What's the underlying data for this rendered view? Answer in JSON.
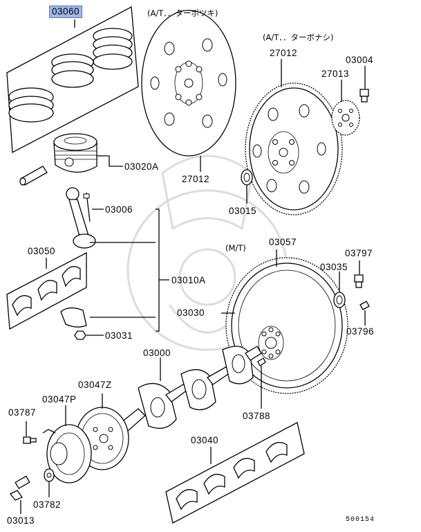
{
  "diagram": {
    "highlighted_part": "03060",
    "captions": {
      "at_turbo": "(A/T．．ターボツキ)",
      "at_no_turbo": "(A/T．．ターボナシ)",
      "mt": "(M/T)"
    },
    "parts": {
      "p03060": "03060",
      "p03020a": "03020A",
      "p03006": "03006",
      "p03050": "03050",
      "p03010a": "03010A",
      "p03031": "03031",
      "p27012_top": "27012",
      "p27012_left": "27012",
      "p27013": "27013",
      "p03004": "03004",
      "p03015": "03015",
      "p03057": "03057",
      "p03797": "03797",
      "p03035": "03035",
      "p03030": "03030",
      "p03796": "03796",
      "p03000": "03000",
      "p03788": "03788",
      "p03047z": "03047Z",
      "p03047p": "03047P",
      "p03787": "03787",
      "p03040": "03040",
      "p03782": "03782",
      "p03013": "03013"
    },
    "figure_number": "500154"
  }
}
